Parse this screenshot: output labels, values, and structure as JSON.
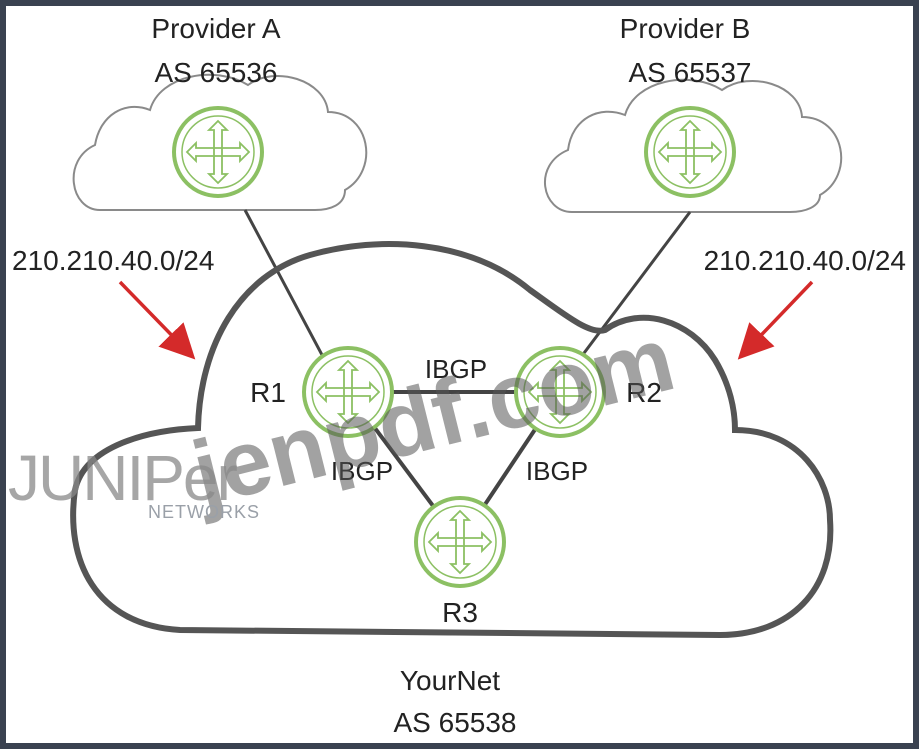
{
  "providers": {
    "a": {
      "name": "Provider A",
      "asn": "AS 65536"
    },
    "b": {
      "name": "Provider B",
      "asn": "AS 65537"
    }
  },
  "prefix_labels": {
    "left": "210.210.40.0/24",
    "right": "210.210.40.0/24"
  },
  "routers": {
    "r1": "R1",
    "r2": "R2",
    "r3": "R3"
  },
  "links": {
    "r1_r2": "IBGP",
    "r1_r3": "IBGP",
    "r2_r3": "IBGP"
  },
  "yournet": {
    "name": "YourNet",
    "asn": "AS 65538"
  },
  "watermark": {
    "site": "jenpdf.com",
    "brand": "JUNIPer",
    "brand_sub": "NETWORKS"
  },
  "colors": {
    "router": "#8cc063",
    "arrow": "#d42a2a",
    "cloud_main": "#555555",
    "cloud_provider": "#8a8a8a",
    "frame": "#3a4250",
    "link": "#444444"
  }
}
